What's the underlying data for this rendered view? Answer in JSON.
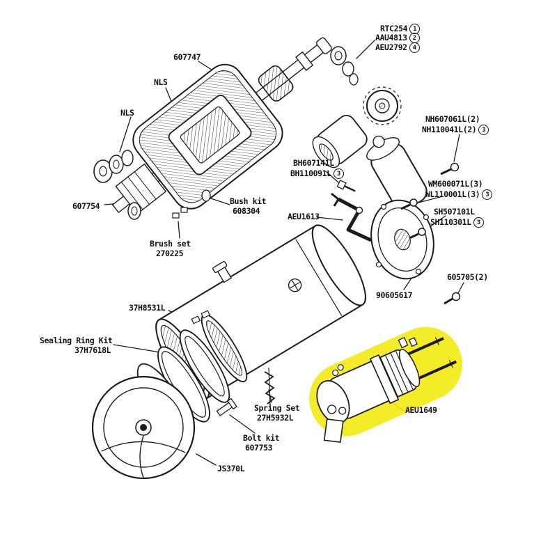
{
  "diagram": {
    "type": "exploded-parts-diagram",
    "subject": "starter motor assembly",
    "highlight_color": "#f3ea12",
    "line_color": "#1b1b1b",
    "background": "#ffffff",
    "highlighted_part": "AEU1649"
  },
  "labels": {
    "rtc254": "RTC254",
    "aau4813": "AAU4813",
    "aeu2792": "AEU2792",
    "n607747": "607747",
    "nls_a": "NLS",
    "nls_b": "NLS",
    "nh1": "NH607061L(2)",
    "nh2": "NH110041L(2)",
    "bh1": "BH607141L",
    "bh2": "BH110091L",
    "wm1": "WM600071L(3)",
    "wl1": "WL110001L(3)",
    "sh1": "SH507101L",
    "sh2": "SH110301L",
    "n607754": "607754",
    "bushkit1": "Bush kit",
    "bushkit2": "608304",
    "aeu1613": "AEU1613",
    "brushset1": "Brush set",
    "brushset2": "270225",
    "n90605617": "90605617",
    "n605705": "605705(2)",
    "n37h8531l": "37H8531L",
    "sealing1": "Sealing Ring Kit",
    "sealing2": "37H7618L",
    "aeu1649": "AEU1649",
    "spring1": "Spring Set",
    "spring2": "27H5932L",
    "boltkit1": "Bolt kit",
    "boltkit2": "607753",
    "js370l": "JS370L"
  },
  "badges": {
    "one": "1",
    "two": "2",
    "three": "3",
    "four": "4"
  }
}
